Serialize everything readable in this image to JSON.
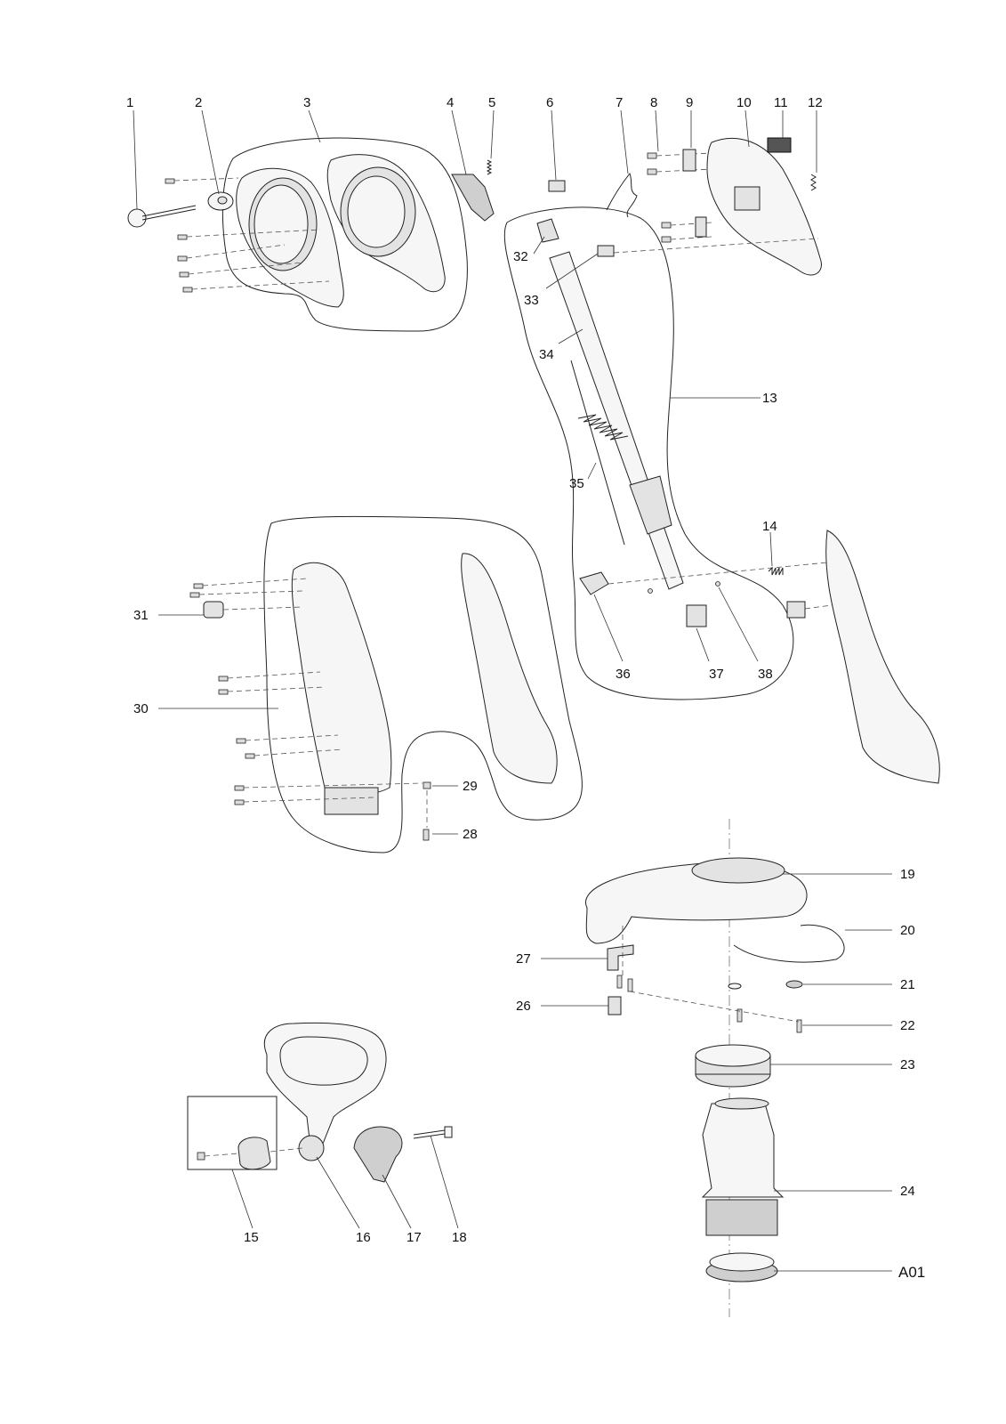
{
  "labels": {
    "l1": "1",
    "l2": "2",
    "l3": "3",
    "l4": "4",
    "l5": "5",
    "l6": "6",
    "l7": "7",
    "l8": "8",
    "l9": "9",
    "l10": "10",
    "l11": "11",
    "l12": "12",
    "l13": "13",
    "l14": "14",
    "l15": "15",
    "l16": "16",
    "l17": "17",
    "l18": "18",
    "l19": "19",
    "l20": "20",
    "l21": "21",
    "l22": "22",
    "l23": "23",
    "l24": "24",
    "l26": "26",
    "l27": "27",
    "l28": "28",
    "l29": "29",
    "l30": "30",
    "l31": "31",
    "l32": "32",
    "l33": "33",
    "l34": "34",
    "l35": "35",
    "l36": "36",
    "l37": "37",
    "l38": "38",
    "a01": "A01"
  }
}
